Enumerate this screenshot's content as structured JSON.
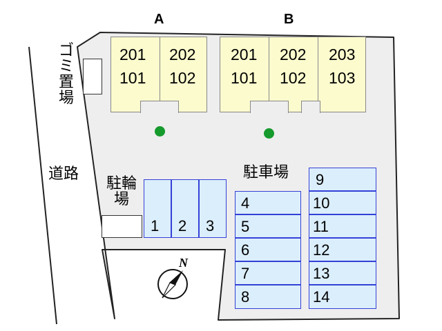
{
  "buildings": [
    {
      "label": "A",
      "units": [
        {
          "upper": "201",
          "lower": "101"
        },
        {
          "upper": "202",
          "lower": "102"
        }
      ]
    },
    {
      "label": "B",
      "units": [
        {
          "upper": "201",
          "lower": "101"
        },
        {
          "upper": "202",
          "lower": "102"
        },
        {
          "upper": "203",
          "lower": "103"
        }
      ]
    }
  ],
  "labels": {
    "garbage": "ゴミ置場",
    "road": "道路",
    "bicycle_parking": "駐輪場",
    "car_parking": "駐車場",
    "compass_north": "N"
  },
  "bicycle_spaces": [
    "1",
    "2",
    "3"
  ],
  "parking_left": [
    "4",
    "5",
    "6",
    "7",
    "8"
  ],
  "parking_right": [
    "9",
    "10",
    "11",
    "12",
    "13",
    "14"
  ],
  "colors": {
    "lot": "#eeeeee",
    "building": "#fbfbce",
    "space_fill": "#dbeefb",
    "space_border": "#3340d8",
    "tree": "#159a2c"
  }
}
